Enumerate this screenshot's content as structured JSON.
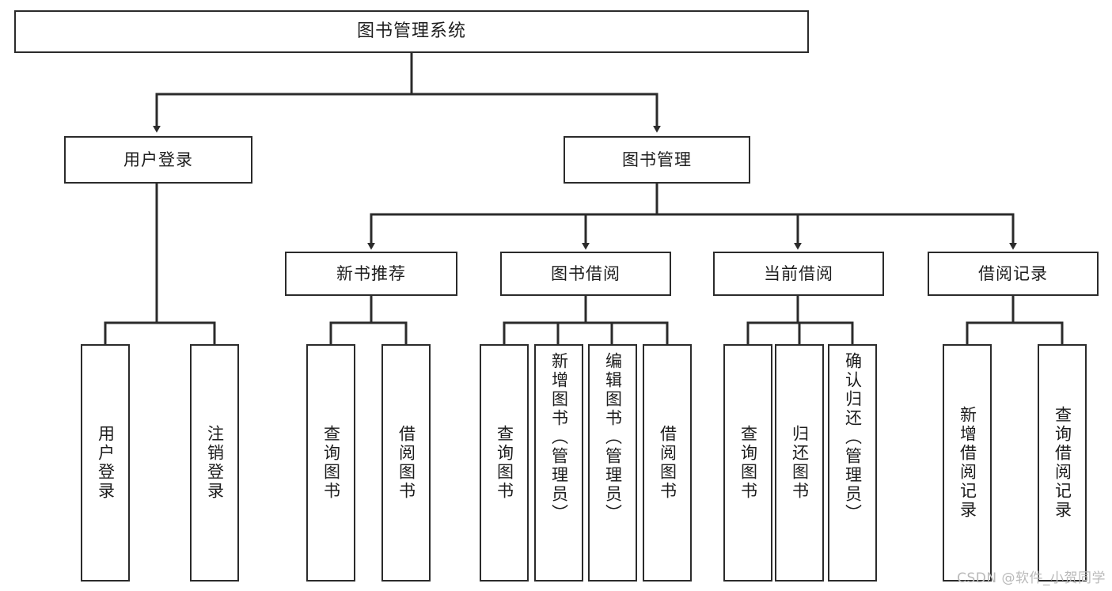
{
  "diagram": {
    "title": "图书管理系统",
    "type": "functional-structure-tree",
    "root": {
      "id": "root",
      "label": "图书管理系统"
    },
    "level2": [
      {
        "id": "user-login",
        "label": "用户登录"
      },
      {
        "id": "book-manage",
        "label": "图书管理"
      }
    ],
    "level3": [
      {
        "id": "new-book-recommend",
        "label": "新书推荐"
      },
      {
        "id": "book-borrow",
        "label": "图书借阅"
      },
      {
        "id": "current-borrow",
        "label": "当前借阅"
      },
      {
        "id": "borrow-record",
        "label": "借阅记录"
      }
    ],
    "leaves": [
      {
        "id": "leaf-user-login",
        "label": "用户登录",
        "parent": "user-login"
      },
      {
        "id": "leaf-user-logout",
        "label": "注销登录",
        "parent": "user-login"
      },
      {
        "id": "leaf-query-book-1",
        "label": "查询图书",
        "parent": "new-book-recommend"
      },
      {
        "id": "leaf-borrow-book-1",
        "label": "借阅图书",
        "parent": "new-book-recommend"
      },
      {
        "id": "leaf-query-book-2",
        "label": "查询图书",
        "parent": "book-borrow"
      },
      {
        "id": "leaf-add-book",
        "label": "新增图书（管理员）",
        "parent": "book-borrow"
      },
      {
        "id": "leaf-edit-book",
        "label": "编辑图书（管理员）",
        "parent": "book-borrow"
      },
      {
        "id": "leaf-borrow-book-2",
        "label": "借阅图书",
        "parent": "book-borrow"
      },
      {
        "id": "leaf-query-book-3",
        "label": "查询图书",
        "parent": "current-borrow"
      },
      {
        "id": "leaf-return-book",
        "label": "归还图书",
        "parent": "current-borrow"
      },
      {
        "id": "leaf-confirm-return",
        "label": "确认归还（管理员）",
        "parent": "current-borrow"
      },
      {
        "id": "leaf-add-record",
        "label": "新增借阅记录",
        "parent": "borrow-record"
      },
      {
        "id": "leaf-query-record",
        "label": "查询借阅记录",
        "parent": "borrow-record"
      }
    ]
  },
  "watermark": {
    "text": "CSDN @软件_小贺同学"
  },
  "colors": {
    "stroke": "#2b2b2b",
    "background": "#ffffff",
    "text": "#1d1d1d",
    "watermark": "#b9b9b9"
  }
}
